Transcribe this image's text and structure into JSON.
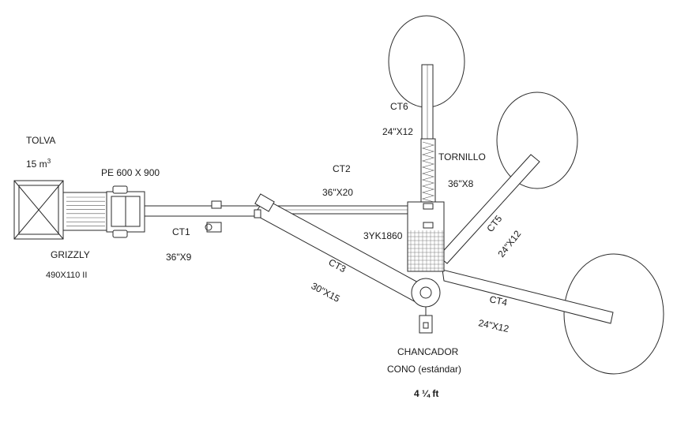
{
  "labels": {
    "tolva": "TOLVA",
    "tolva_capacity_number": "15 m",
    "tolva_capacity_exp": "3",
    "crusher_pe": "PE 600 X 900",
    "grizzly": "GRIZZLY",
    "grizzly_model": "490X110 II",
    "ct1": "CT1",
    "ct1_size": "36\"X9",
    "ct2": "CT2",
    "ct2_size": "36\"X20",
    "ct3": "CT3",
    "ct3_size": "30\"X15",
    "ct4": "CT4",
    "ct4_size": "24\"X12",
    "ct5": "CT5",
    "ct5_size": "24\"X12",
    "ct6": "CT6",
    "ct6_size": "24\"X12",
    "tornillo": "TORNILLO",
    "tornillo_size": "36\"X8",
    "screen_model": "3YK1860",
    "cone_crusher_1": "CHANCADOR",
    "cone_crusher_2": "CONO (estándar)",
    "cone_size": "4 ¼ ft"
  }
}
